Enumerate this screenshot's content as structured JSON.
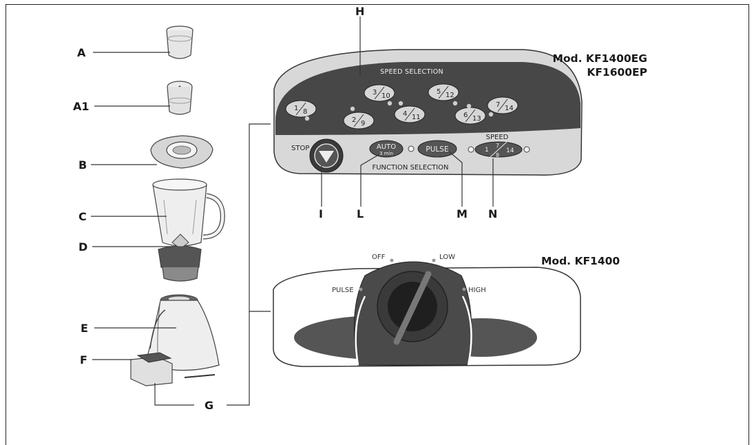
{
  "models": {
    "top_line1": "Mod. KF1400EG",
    "top_line2": "KF1600EP",
    "bottom": "Mod. KF1400"
  },
  "part_labels": {
    "A": "A",
    "A1": "A1",
    "B": "B",
    "C": "C",
    "D": "D",
    "E": "E",
    "F": "F",
    "G": "G",
    "H": "H",
    "I": "I",
    "L": "L",
    "M": "M",
    "N": "N"
  },
  "panel": {
    "speed_selection": "SPEED SELECTION",
    "function_selection": "FUNCTION SELECTION",
    "stop": "STOP",
    "auto": "AUTO",
    "auto_sub": "3 min",
    "pulse": "PULSE",
    "speed_small": "SPEED",
    "speed_range_a": "1",
    "speed_range_b": "7",
    "speed_range_c": "8",
    "speed_range_d": "14",
    "buttons": [
      {
        "a": "1",
        "b": "8"
      },
      {
        "a": "2",
        "b": "9"
      },
      {
        "a": "3",
        "b": "10"
      },
      {
        "a": "4",
        "b": "11"
      },
      {
        "a": "5",
        "b": "12"
      },
      {
        "a": "6",
        "b": "13"
      },
      {
        "a": "7",
        "b": "14"
      }
    ]
  },
  "knob": {
    "off": "OFF",
    "low": "LOW",
    "high": "HIGH",
    "pulse": "PULSE"
  },
  "colors": {
    "panel_dark": "#4a4a4a",
    "panel_light": "#d9d9d9",
    "knob_dark": "#3a3a3a"
  }
}
